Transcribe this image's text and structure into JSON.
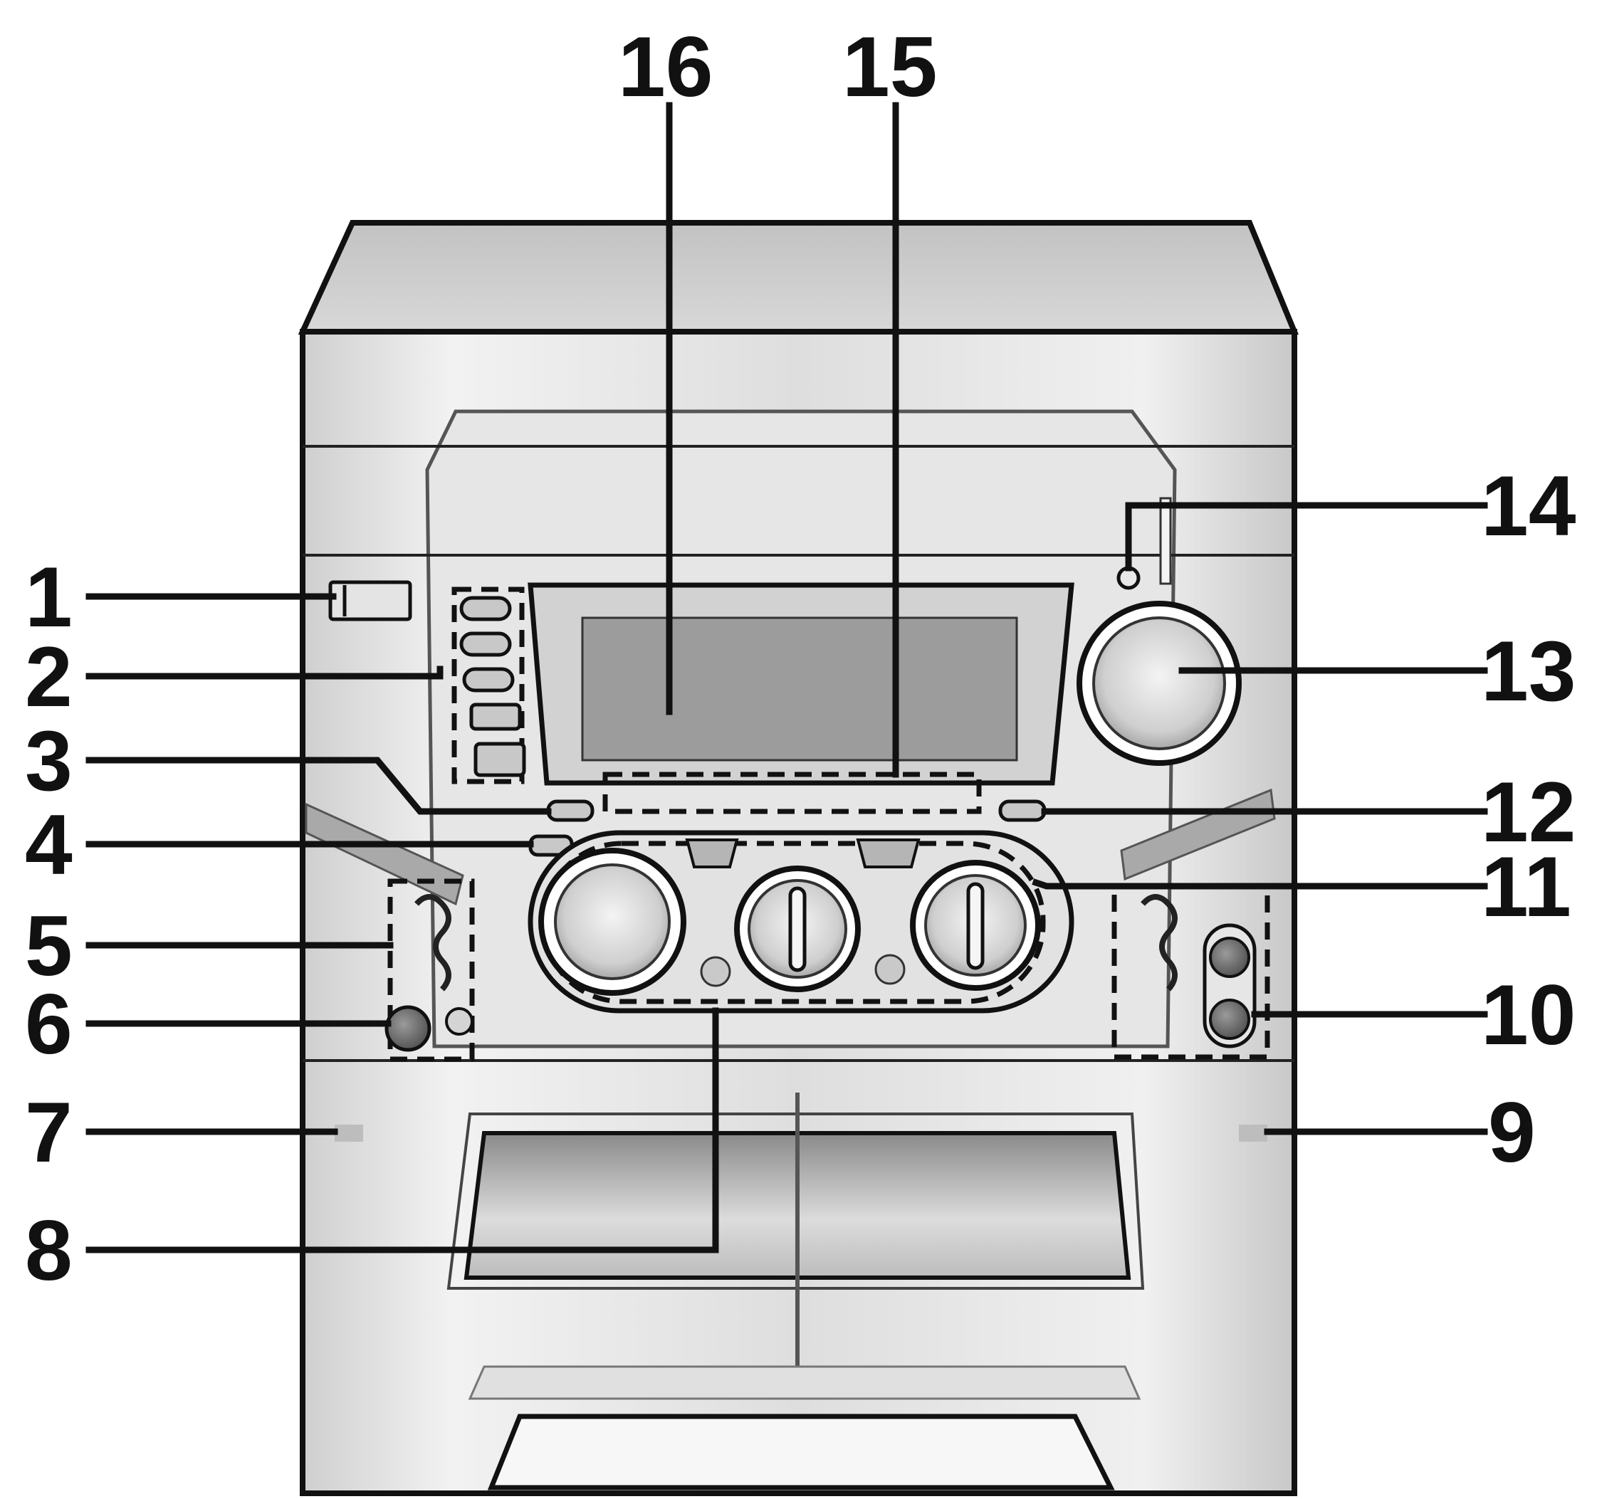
{
  "colors": {
    "outline": "#111111",
    "cabinet": "#dcdcdc",
    "cabinet_light": "#efefef",
    "panel_dark": "#b9b9b9",
    "display": "#9c9c9c",
    "knob_dark": "#6e6e6e"
  },
  "callouts": [
    {
      "id": "1",
      "label": "1"
    },
    {
      "id": "2",
      "label": "2"
    },
    {
      "id": "3",
      "label": "3"
    },
    {
      "id": "4",
      "label": "4"
    },
    {
      "id": "5",
      "label": "5"
    },
    {
      "id": "6",
      "label": "6"
    },
    {
      "id": "7",
      "label": "7"
    },
    {
      "id": "8",
      "label": "8"
    },
    {
      "id": "9",
      "label": "9"
    },
    {
      "id": "10",
      "label": "10"
    },
    {
      "id": "11",
      "label": "11"
    },
    {
      "id": "12",
      "label": "12"
    },
    {
      "id": "13",
      "label": "13"
    },
    {
      "id": "14",
      "label": "14"
    },
    {
      "id": "15",
      "label": "15"
    },
    {
      "id": "16",
      "label": "16"
    }
  ]
}
